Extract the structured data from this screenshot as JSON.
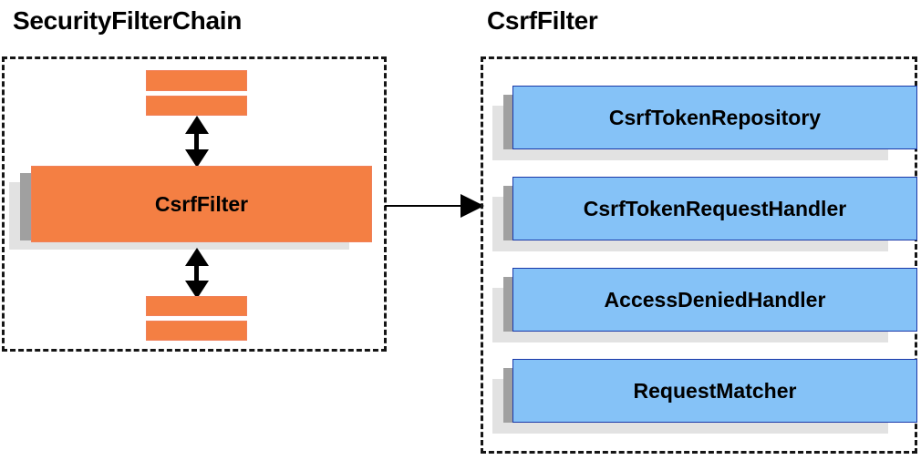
{
  "diagram": {
    "title_left": "SecurityFilterChain",
    "title_right": "CsrfFilter",
    "accent_orange": "#f47f43",
    "accent_blue": "#85c2f7",
    "blue_border": "#1a38a8",
    "shadow_near": "#a0a0a0",
    "shadow_far": "#e2e2e2",
    "outline": "#151515"
  },
  "left_panel": {
    "title": "SecurityFilterChain",
    "top_bars": [
      {
        "label": ""
      },
      {
        "label": ""
      }
    ],
    "main_component": {
      "label": "CsrfFilter"
    },
    "bottom_bars": [
      {
        "label": ""
      },
      {
        "label": ""
      }
    ],
    "connector_top": {
      "label": "",
      "type": "double-arrow-vertical"
    },
    "connector_bottom": {
      "label": "",
      "type": "double-arrow-vertical"
    }
  },
  "right_panel": {
    "title": "CsrfFilter",
    "collaborators": [
      {
        "label": "CsrfTokenRepository"
      },
      {
        "label": "CsrfTokenRequestHandler"
      },
      {
        "label": "AccessDeniedHandler"
      },
      {
        "label": "RequestMatcher"
      }
    ]
  },
  "connector": {
    "label": "",
    "type": "arrow-right",
    "from": "CsrfFilter",
    "to": "CsrfFilter detail"
  }
}
